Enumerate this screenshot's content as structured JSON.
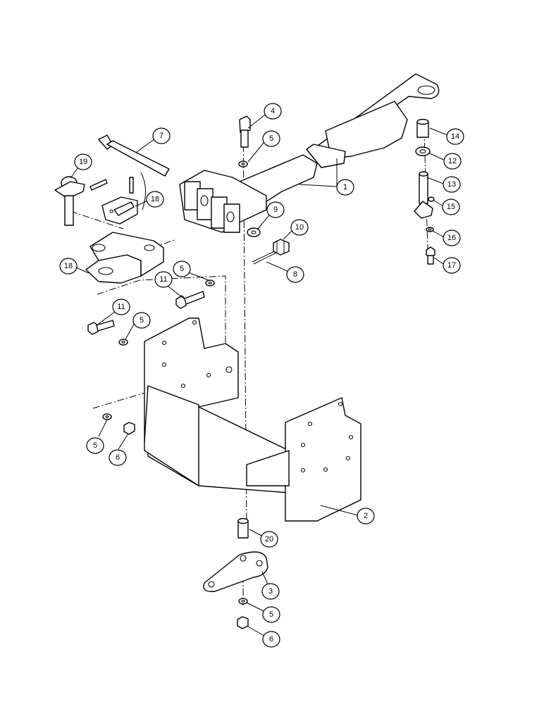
{
  "callouts": [
    {
      "id": "c1",
      "label": "1"
    },
    {
      "id": "c2",
      "label": "2"
    },
    {
      "id": "c3",
      "label": "3"
    },
    {
      "id": "c4",
      "label": "4"
    },
    {
      "id": "c5a",
      "label": "5"
    },
    {
      "id": "c5b",
      "label": "5"
    },
    {
      "id": "c5c",
      "label": "5"
    },
    {
      "id": "c5d",
      "label": "5"
    },
    {
      "id": "c5e",
      "label": "5"
    },
    {
      "id": "c6a",
      "label": "6"
    },
    {
      "id": "c6b",
      "label": "6"
    },
    {
      "id": "c7",
      "label": "7"
    },
    {
      "id": "c8",
      "label": "8"
    },
    {
      "id": "c9",
      "label": "9"
    },
    {
      "id": "c10",
      "label": "10"
    },
    {
      "id": "c11a",
      "label": "11"
    },
    {
      "id": "c11b",
      "label": "11"
    },
    {
      "id": "c12",
      "label": "12"
    },
    {
      "id": "c13",
      "label": "13"
    },
    {
      "id": "c14",
      "label": "14"
    },
    {
      "id": "c15",
      "label": "15"
    },
    {
      "id": "c16",
      "label": "16"
    },
    {
      "id": "c17",
      "label": "17"
    },
    {
      "id": "c18a",
      "label": "18"
    },
    {
      "id": "c18b",
      "label": "18"
    },
    {
      "id": "c19",
      "label": "19"
    },
    {
      "id": "c20",
      "label": "20"
    }
  ],
  "colors": {
    "line": "#000000",
    "background": "#ffffff"
  }
}
